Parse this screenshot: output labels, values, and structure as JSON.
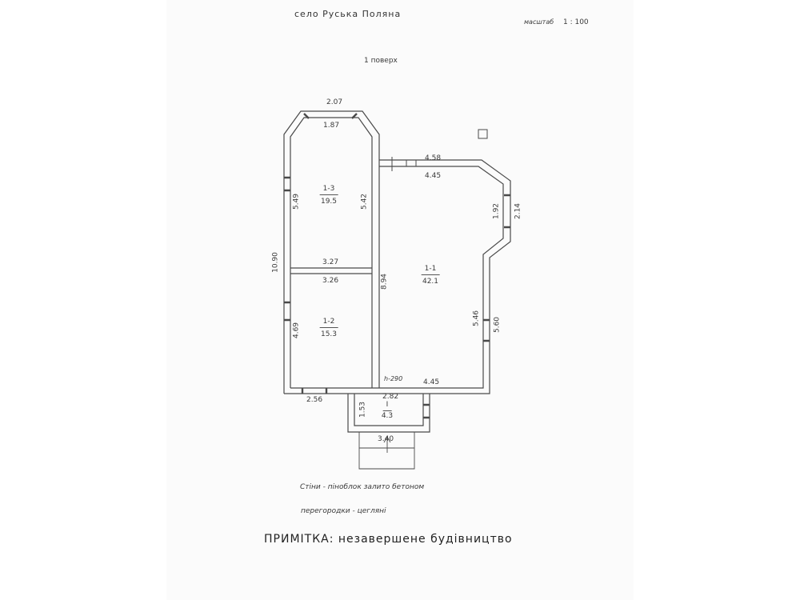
{
  "header": {
    "village": "село   Руська Поляна",
    "scale_label": "масштаб",
    "scale_value": "1 : 100",
    "floor": "1 поверх"
  },
  "dims": {
    "top_outer": "2.07",
    "top_inner": "1.87",
    "room13_left": "5.49",
    "room13_right": "5.42",
    "room13_bottom": "3.27",
    "room12_top": "3.26",
    "room12_left": "4.69",
    "room12_bottom_outer": "2.56",
    "left_total": "10.90",
    "room11_top_outer": "4.58",
    "room11_top_inner": "4.45",
    "bay_inner": "1.92",
    "bay_outer": "2.14",
    "partition": "8.94",
    "room11_right_inner": "5.46",
    "room11_right_outer": "5.60",
    "room11_bottom": "4.45",
    "height_mark": "h-290",
    "porch_top": "2.82",
    "porch_side": "1.53",
    "porch_bottom": "3.40"
  },
  "rooms": [
    {
      "id": "1-3",
      "area": "19.5"
    },
    {
      "id": "1-2",
      "area": "15.3"
    },
    {
      "id": "1-1",
      "area": "42.1"
    },
    {
      "id": "I",
      "area": "4.3"
    }
  ],
  "notes": {
    "walls": "Стіни  -  піноблок   залито  бетоном",
    "partitions": "перегородки  -  цегляні",
    "remark": "ПРИМІТКА:  незавершене  будівництво"
  }
}
